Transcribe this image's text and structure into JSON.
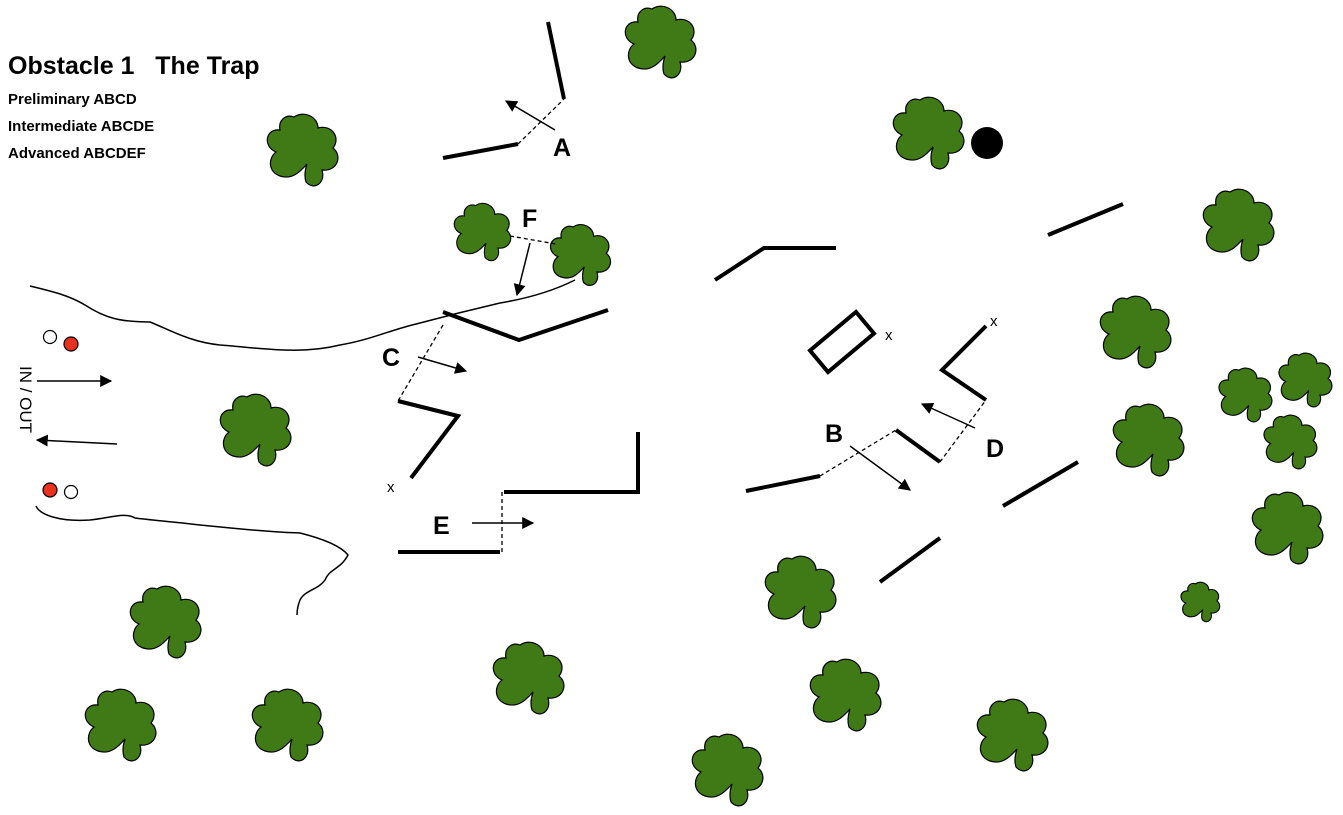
{
  "title": "Obstacle 1   The Trap",
  "levels": [
    "Preliminary ABCD",
    "Intermediate ABCDE",
    "Advanced ABCDEF"
  ],
  "entrance_label": "IN / OUT",
  "gates": [
    {
      "label": "A"
    },
    {
      "label": "B"
    },
    {
      "label": "C"
    },
    {
      "label": "D"
    },
    {
      "label": "E"
    },
    {
      "label": "F"
    }
  ],
  "marker": "x",
  "colors": {
    "tree_fill": "#3f7a16",
    "tree_fill_dark": "#2a8a1e",
    "fence": "#000000",
    "red_flag": "#e8321e",
    "white_flag": "#ffffff"
  }
}
